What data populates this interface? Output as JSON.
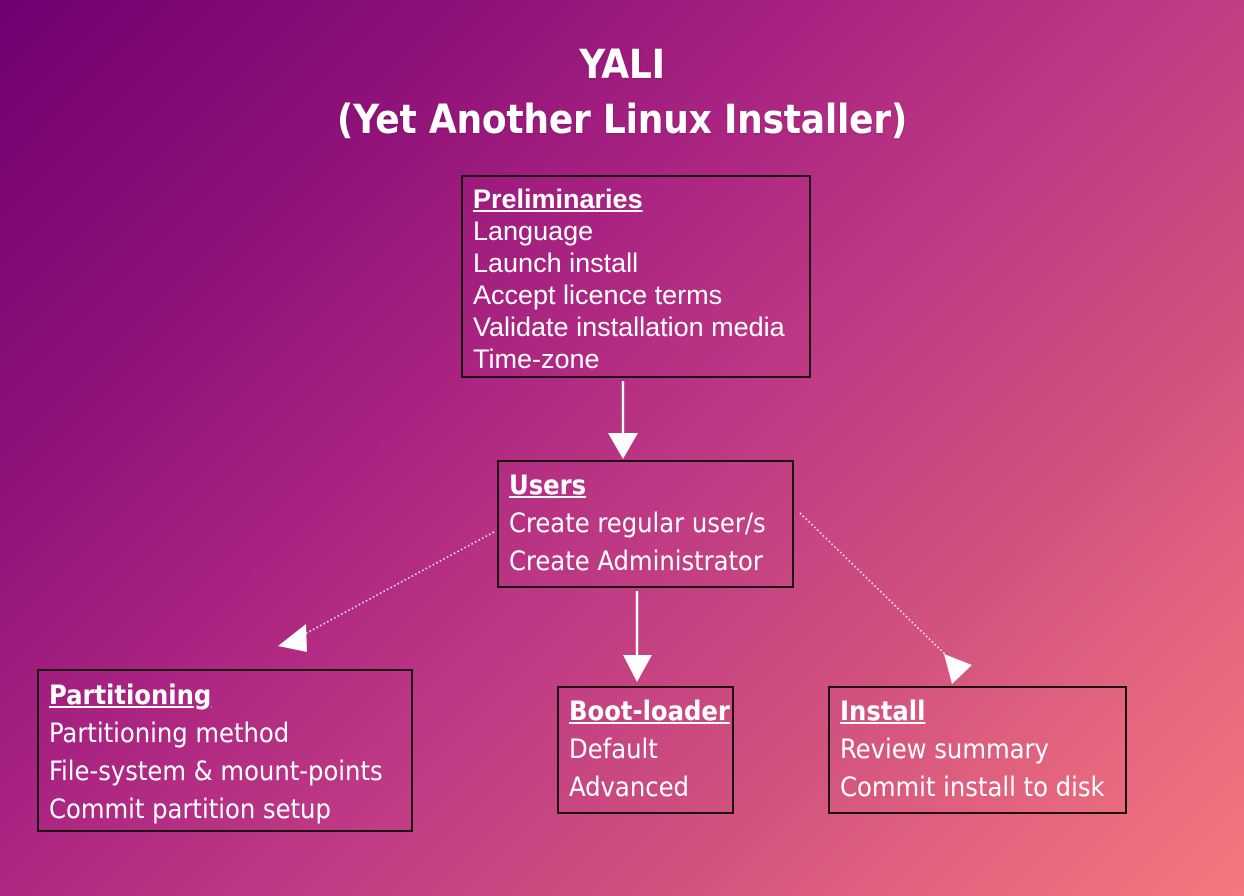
{
  "title": {
    "line1": "YALI",
    "line2": "(Yet Another Linux Installer)"
  },
  "colors": {
    "background_start": "#6F0072",
    "background_end": "#F4777F",
    "box_border": "#19120F",
    "text": "#FFFFFF",
    "arrow": "#FFFFFF"
  },
  "nodes": {
    "preliminaries": {
      "title": "Preliminaries",
      "items": [
        "Language",
        "Launch install",
        "Accept licence terms",
        "Validate installation media",
        "Time-zone"
      ]
    },
    "users": {
      "title": "Users",
      "items": [
        "Create regular user/s",
        "Create Administrator"
      ]
    },
    "partitioning": {
      "title": "Partitioning",
      "items": [
        "Partitioning method",
        "File-system & mount-points",
        "Commit partition setup"
      ]
    },
    "bootloader": {
      "title": "Boot-loader",
      "items": [
        "Default",
        "Advanced"
      ]
    },
    "install": {
      "title": "Install",
      "items": [
        "Review summary",
        "Commit install to disk"
      ]
    }
  },
  "edges": [
    {
      "name": "preliminaries-to-users",
      "from": "preliminaries",
      "to": "users",
      "style": "solid-vertical"
    },
    {
      "name": "users-to-partitioning",
      "from": "users",
      "to": "partitioning",
      "style": "dotted-diagonal"
    },
    {
      "name": "users-to-bootloader",
      "from": "users",
      "to": "bootloader",
      "style": "solid-vertical"
    },
    {
      "name": "users-to-install",
      "from": "users",
      "to": "install",
      "style": "dotted-diagonal"
    }
  ]
}
